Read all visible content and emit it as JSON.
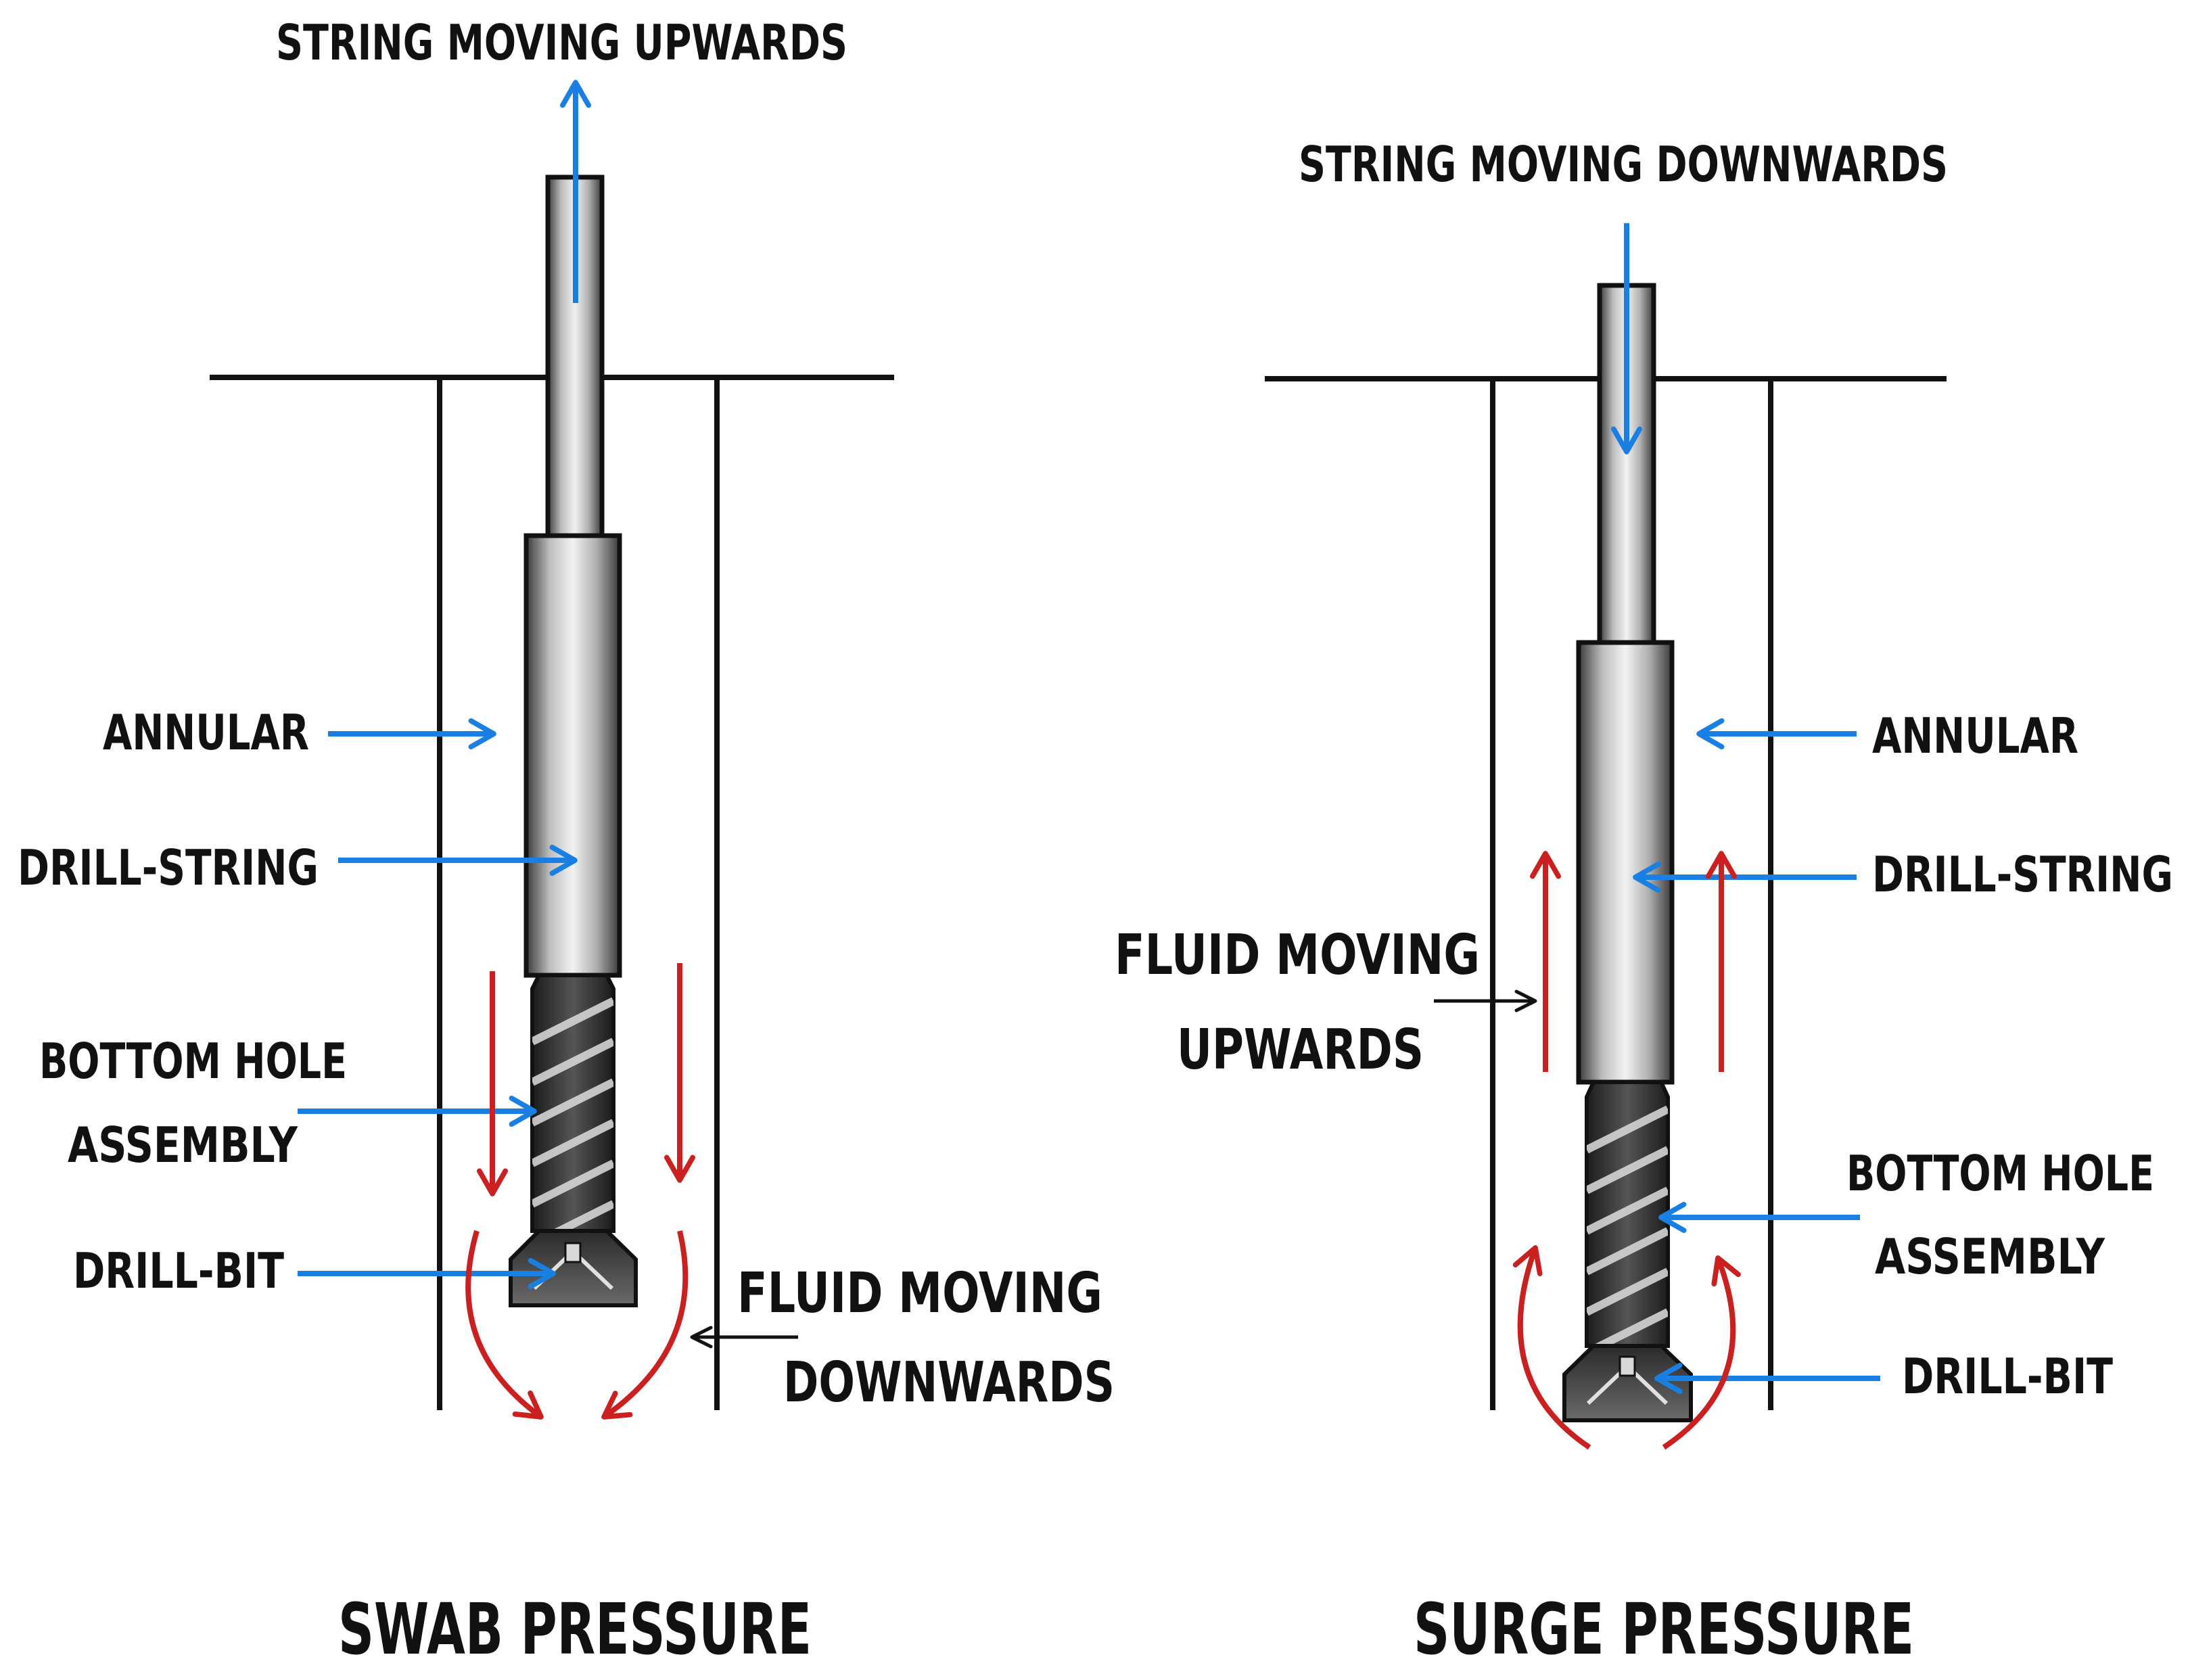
{
  "colors": {
    "blue_arrow": "#1a7fe3",
    "red_arrow": "#cc1f1f",
    "black_line": "#111111",
    "pipe_light": "#e6e6e6",
    "pipe_mid": "#b5b5b5",
    "pipe_dark": "#4a4a4a",
    "bha_dark": "#2a2a2a"
  },
  "swab": {
    "direction_label": "STRING MOVING UPWARDS",
    "annular_label": "ANNULAR",
    "drill_string_label": "DRILL-STRING",
    "bha_label_line1": "BOTTOM HOLE",
    "bha_label_line2": "ASSEMBLY",
    "drill_bit_label": "DRILL-BIT",
    "fluid_label_line1": "FLUID MOVING",
    "fluid_label_line2": "DOWNWARDS",
    "caption": "SWAB PRESSURE"
  },
  "surge": {
    "direction_label": "STRING MOVING DOWNWARDS",
    "annular_label": "ANNULAR",
    "drill_string_label": "DRILL-STRING",
    "fluid_label_line1": "FLUID MOVING",
    "fluid_label_line2": "UPWARDS",
    "bha_label_line1": "BOTTOM HOLE",
    "bha_label_line2": "ASSEMBLY",
    "drill_bit_label": "DRILL-BIT",
    "caption": "SURGE PRESSURE"
  }
}
